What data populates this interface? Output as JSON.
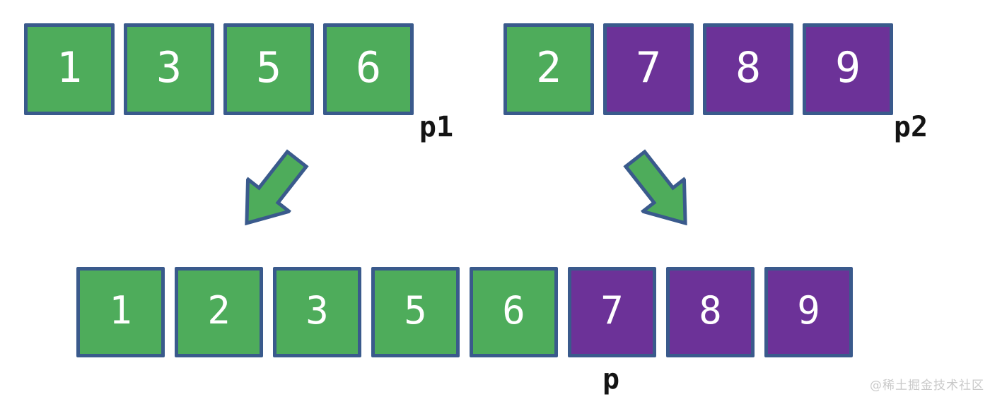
{
  "colors": {
    "green": "#4EAC5B",
    "purple": "#6C3298",
    "border": "#3A5A8C",
    "label": "#141414",
    "watermark": "#c9c9c9"
  },
  "arrays": {
    "p1": {
      "label": "p1",
      "cells": [
        {
          "value": "1",
          "color": "green"
        },
        {
          "value": "3",
          "color": "green"
        },
        {
          "value": "5",
          "color": "green"
        },
        {
          "value": "6",
          "color": "green"
        }
      ]
    },
    "p2": {
      "label": "p2",
      "cells": [
        {
          "value": "2",
          "color": "green"
        },
        {
          "value": "7",
          "color": "purple"
        },
        {
          "value": "8",
          "color": "purple"
        },
        {
          "value": "9",
          "color": "purple"
        }
      ]
    },
    "p": {
      "label": "p",
      "cells": [
        {
          "value": "1",
          "color": "green"
        },
        {
          "value": "2",
          "color": "green"
        },
        {
          "value": "3",
          "color": "green"
        },
        {
          "value": "5",
          "color": "green"
        },
        {
          "value": "6",
          "color": "green"
        },
        {
          "value": "7",
          "color": "purple"
        },
        {
          "value": "8",
          "color": "purple"
        },
        {
          "value": "9",
          "color": "purple"
        }
      ]
    }
  },
  "arrows": {
    "left": {
      "direction": "down-right"
    },
    "right": {
      "direction": "down-left"
    }
  },
  "watermark": "@稀土掘金技术社区"
}
